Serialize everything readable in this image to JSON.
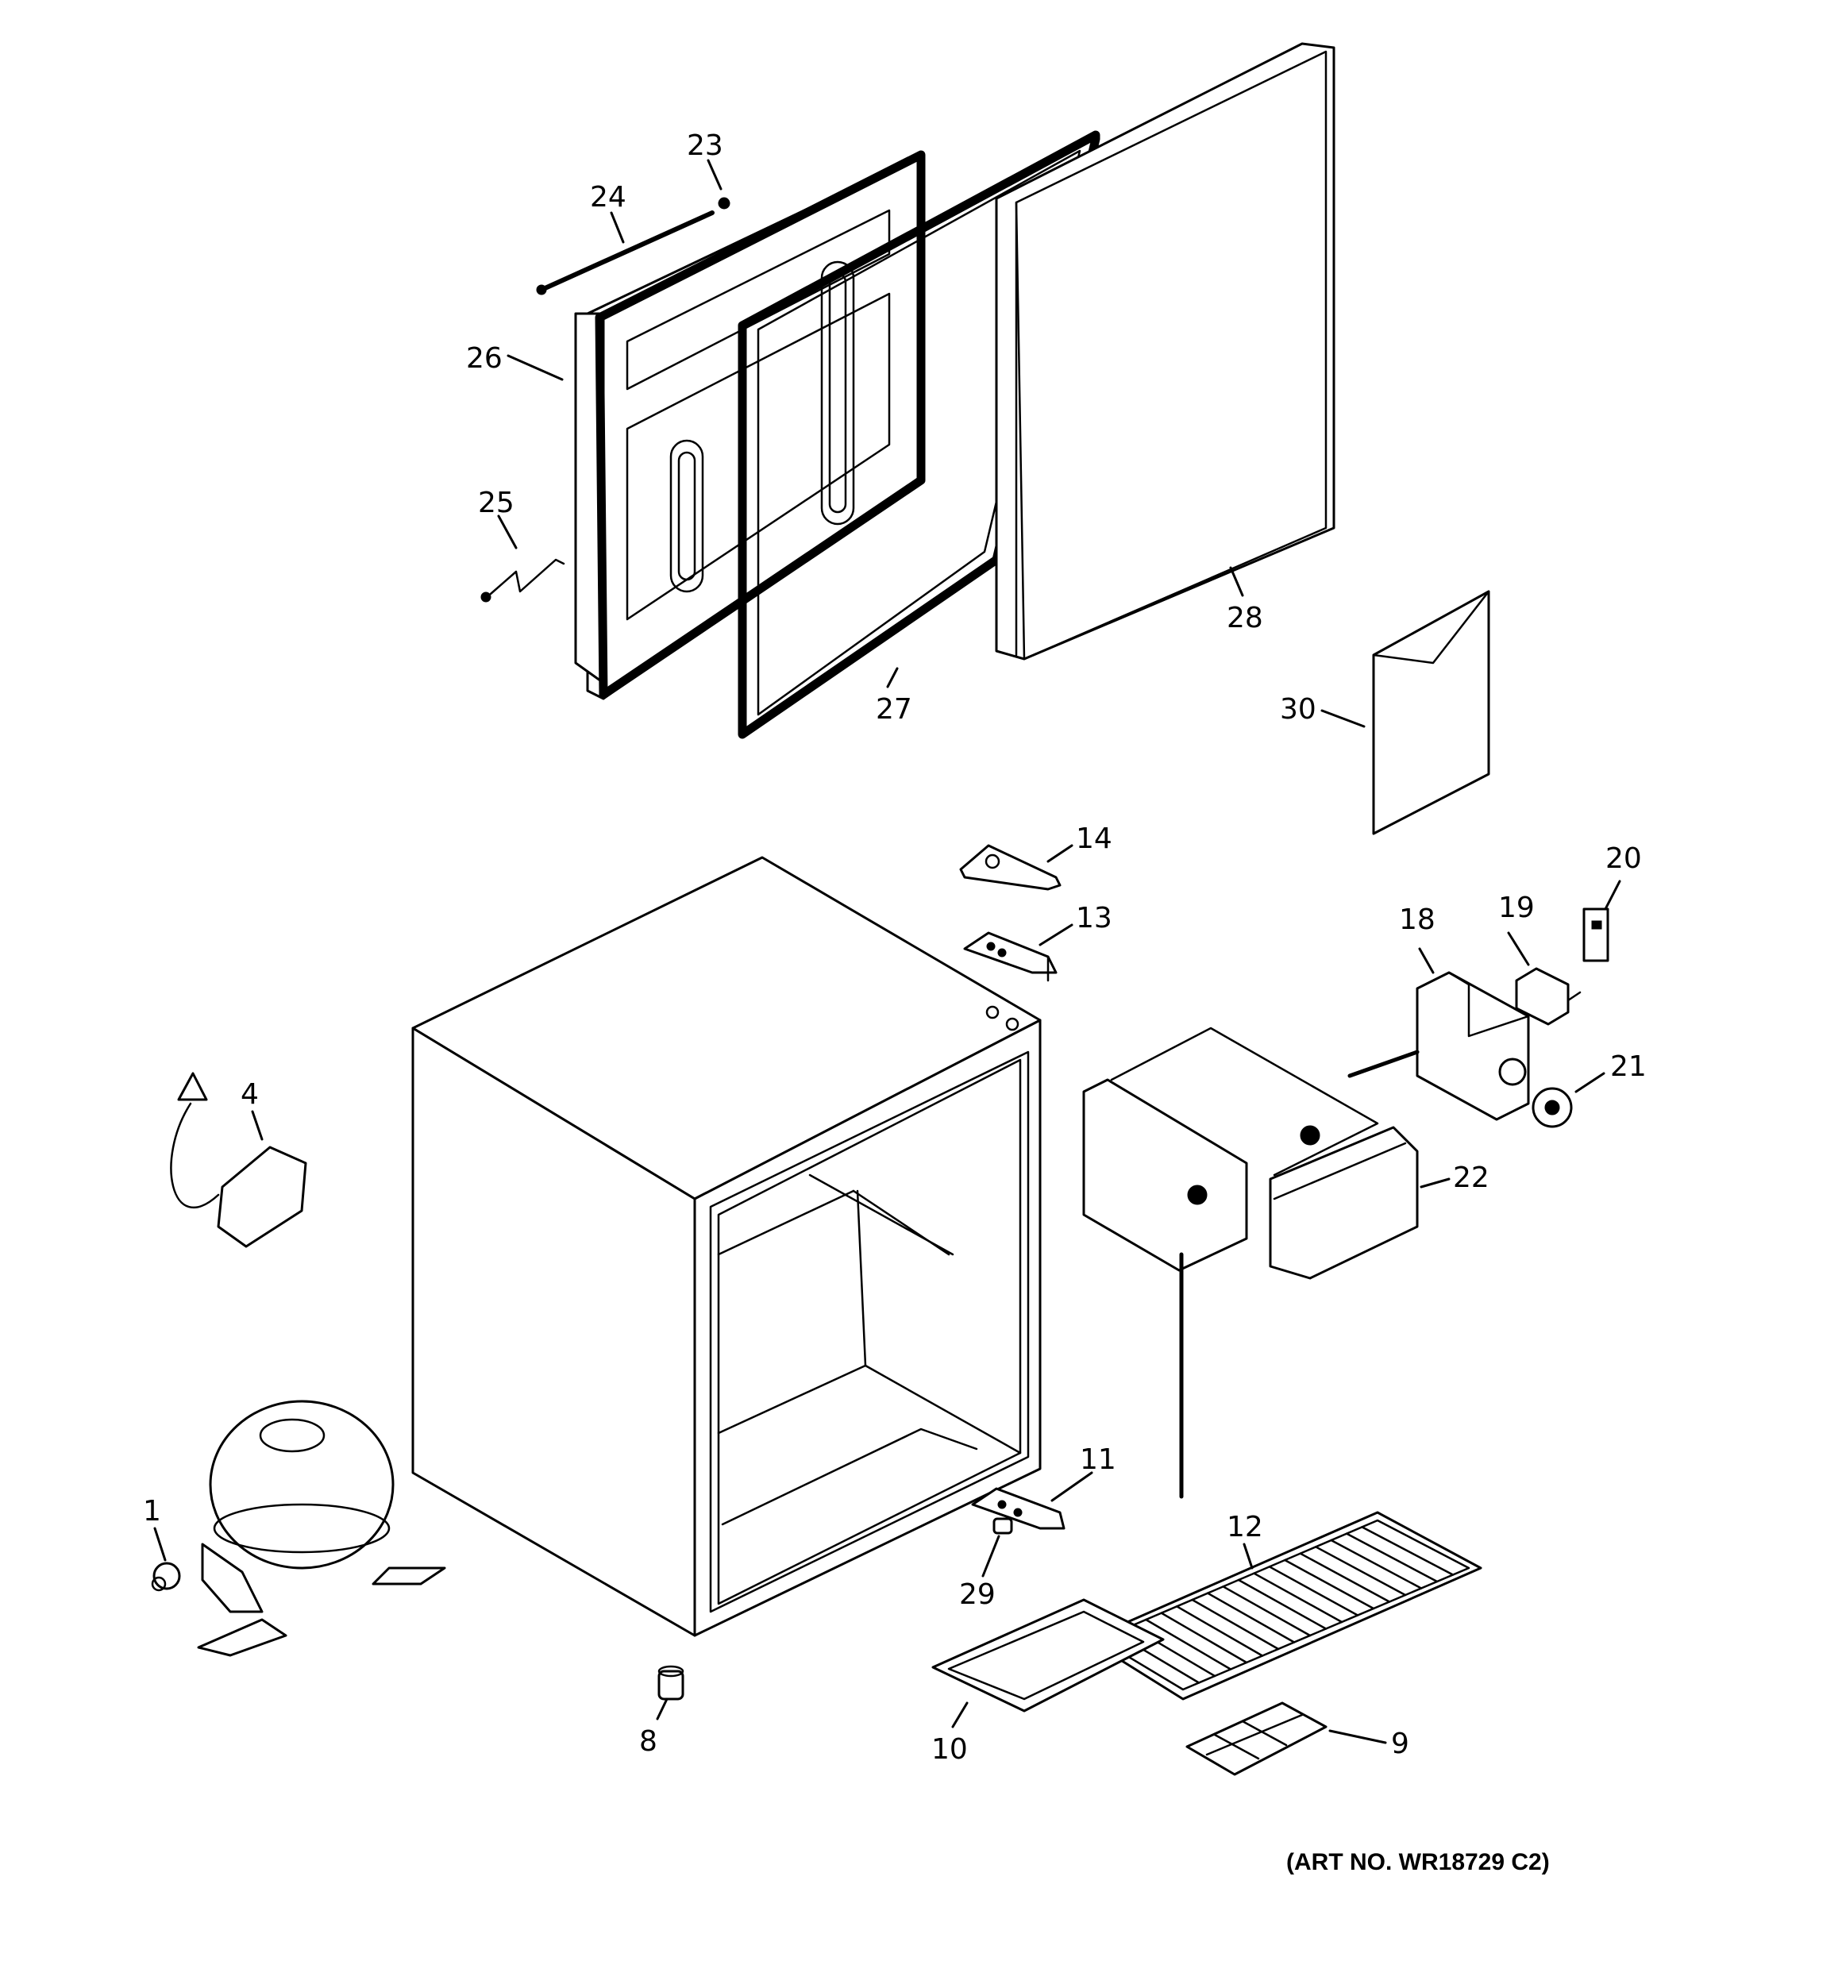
{
  "callouts": [
    {
      "id": "c1",
      "text": "1"
    },
    {
      "id": "c4",
      "text": "4"
    },
    {
      "id": "c8",
      "text": "8"
    },
    {
      "id": "c9",
      "text": "9"
    },
    {
      "id": "c10",
      "text": "10"
    },
    {
      "id": "c11",
      "text": "11"
    },
    {
      "id": "c12",
      "text": "12"
    },
    {
      "id": "c13",
      "text": "13"
    },
    {
      "id": "c14",
      "text": "14"
    },
    {
      "id": "c18",
      "text": "18"
    },
    {
      "id": "c19",
      "text": "19"
    },
    {
      "id": "c20",
      "text": "20"
    },
    {
      "id": "c21",
      "text": "21"
    },
    {
      "id": "c22",
      "text": "22"
    },
    {
      "id": "c23",
      "text": "23"
    },
    {
      "id": "c24",
      "text": "24"
    },
    {
      "id": "c25",
      "text": "25"
    },
    {
      "id": "c26",
      "text": "26"
    },
    {
      "id": "c27",
      "text": "27"
    },
    {
      "id": "c28",
      "text": "28"
    },
    {
      "id": "c29",
      "text": "29"
    },
    {
      "id": "c30",
      "text": "30"
    }
  ],
  "art_number": "(ART NO. WR18729 C2)"
}
